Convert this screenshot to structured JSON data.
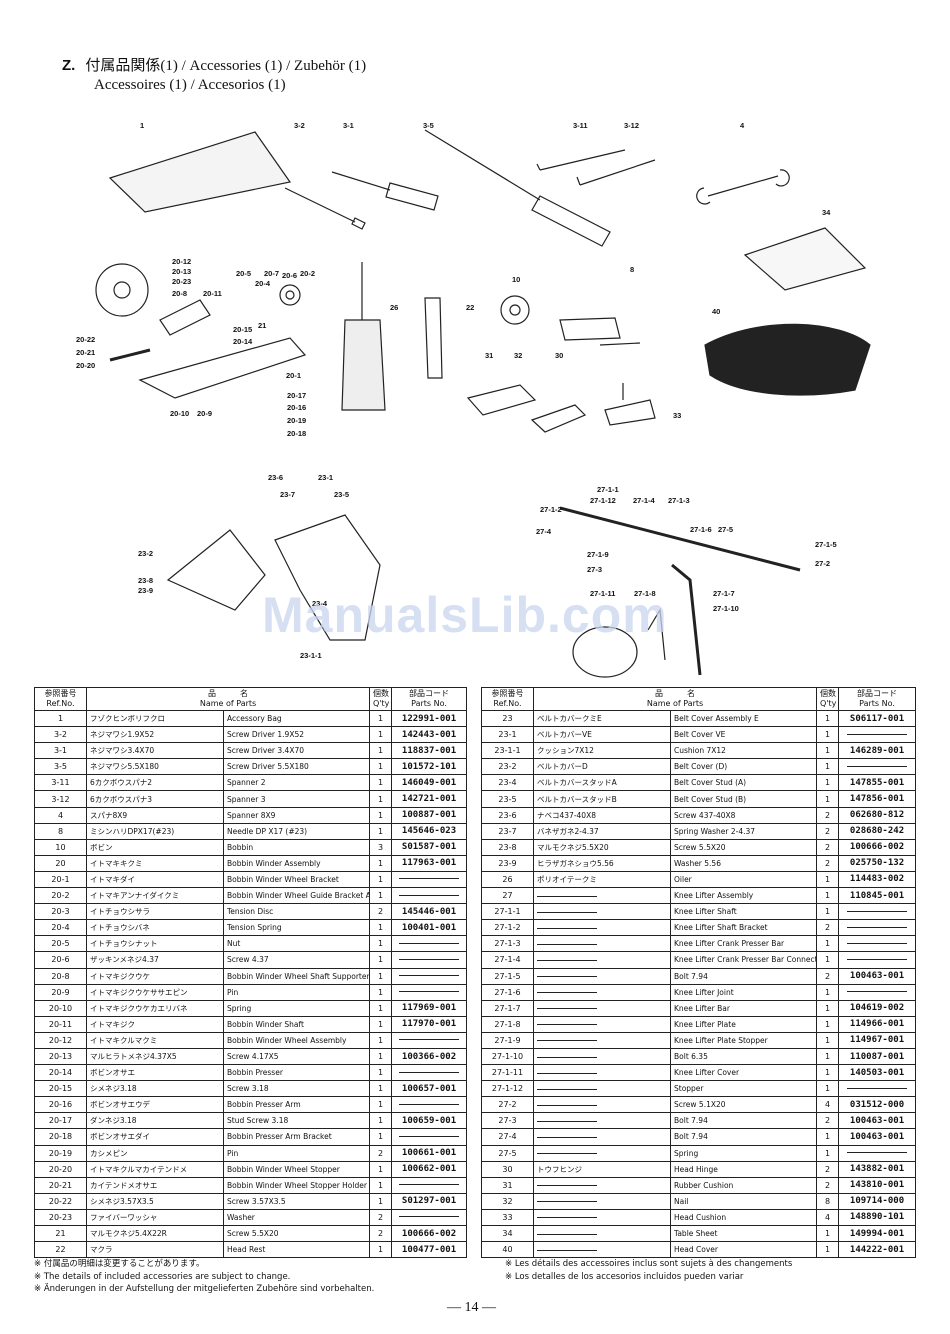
{
  "title": {
    "section": "Z.",
    "line1": "付属品関係(1) / Accessories (1) / Zubehör (1)",
    "line2": "Accessoires (1) / Accesorios (1)"
  },
  "diagram": {
    "callouts": [
      "1",
      "3-2",
      "3-1",
      "3-5",
      "3-11",
      "3-12",
      "4",
      "34",
      "20-12",
      "20-13",
      "20-23",
      "20-8",
      "20-11",
      "20-5",
      "20-4",
      "20-7",
      "20-6",
      "20-2",
      "20-15",
      "20-14",
      "21",
      "20-22",
      "20-21",
      "20-20",
      "20-1",
      "20-10",
      "20-9",
      "20-17",
      "20-16",
      "20-19",
      "20-18",
      "26",
      "22",
      "10",
      "8",
      "31",
      "32",
      "30",
      "40",
      "33",
      "23-6",
      "23-7",
      "23-1",
      "23-5",
      "23-2",
      "23-8",
      "23-9",
      "23-4",
      "23-1-1",
      "27-1-1",
      "27-1-2",
      "27-1-12",
      "27-1-4",
      "27-1-3",
      "27-4",
      "27-1-6",
      "27-5",
      "27-1-9",
      "27-3",
      "27-1-11",
      "27-1-8",
      "27-1-7",
      "27-1-10",
      "27-2",
      "27-1-5"
    ],
    "watermark": "ManualsLib.com"
  },
  "table_headers": {
    "ref_jp": "参照番号",
    "ref": "Ref.No.",
    "name_jp": "品　　　名",
    "name": "Name of Parts",
    "qty_jp": "個数",
    "qty": "Q'ty",
    "pno_jp": "部品コード",
    "pno": "Parts No."
  },
  "left_rows": [
    {
      "ref": "1",
      "jp": "フゾクヒンボリフクロ",
      "en": "Accessory Bag",
      "qty": "1",
      "pno": "122991-001"
    },
    {
      "ref": "3-2",
      "jp": "ネジマワシ1.9X52",
      "en": "Screw Driver 1.9X52",
      "qty": "1",
      "pno": "142443-001"
    },
    {
      "ref": "3-1",
      "jp": "ネジマワシ3.4X70",
      "en": "Screw Driver 3.4X70",
      "qty": "1",
      "pno": "118837-001"
    },
    {
      "ref": "3-5",
      "jp": "ネジマワシ5.5X180",
      "en": "Screw Driver 5.5X180",
      "qty": "1",
      "pno": "101572-101"
    },
    {
      "ref": "3-11",
      "jp": "6カクボウスパナ2",
      "en": "Spanner 2",
      "qty": "1",
      "pno": "146049-001"
    },
    {
      "ref": "3-12",
      "jp": "6カクボウスパナ3",
      "en": "Spanner 3",
      "qty": "1",
      "pno": "142721-001"
    },
    {
      "ref": "4",
      "jp": "スパナ8X9",
      "en": "Spanner 8X9",
      "qty": "1",
      "pno": "100887-001"
    },
    {
      "ref": "8",
      "jp": "ミシンハリDPX17(#23)",
      "en": "Needle DP X17 (#23)",
      "qty": "1",
      "pno": "145646-023"
    },
    {
      "ref": "10",
      "jp": "ボビン",
      "en": "Bobbin",
      "qty": "3",
      "pno": "S01587-001"
    },
    {
      "ref": "20",
      "jp": "イトマキキクミ",
      "en": "Bobbin Winder Assembly",
      "qty": "1",
      "pno": "117963-001"
    },
    {
      "ref": "20-1",
      "jp": "イトマキダイ",
      "en": "Bobbin Winder Wheel Bracket",
      "qty": "1",
      "pno": ""
    },
    {
      "ref": "20-2",
      "jp": "イトマキアンナイダイクミ",
      "en": "Bobbin Winder Wheel Guide Bracket Assembly",
      "qty": "1",
      "pno": ""
    },
    {
      "ref": "20-3",
      "jp": "イトチョウシサラ",
      "en": "Tension Disc",
      "qty": "2",
      "pno": "145446-001"
    },
    {
      "ref": "20-4",
      "jp": "イトチョウシバネ",
      "en": "Tension Spring",
      "qty": "1",
      "pno": "100401-001"
    },
    {
      "ref": "20-5",
      "jp": "イトチョウシナット",
      "en": "Nut",
      "qty": "1",
      "pno": ""
    },
    {
      "ref": "20-6",
      "jp": "ザッキンメネジ4.37",
      "en": "Screw 4.37",
      "qty": "1",
      "pno": ""
    },
    {
      "ref": "20-8",
      "jp": "イトマキジクウケ",
      "en": "Bobbin Winder Wheel Shaft Supporter",
      "qty": "1",
      "pno": ""
    },
    {
      "ref": "20-9",
      "jp": "イトマキジクウケササエピン",
      "en": "Pin",
      "qty": "1",
      "pno": ""
    },
    {
      "ref": "20-10",
      "jp": "イトマキジクウケカエリバネ",
      "en": "Spring",
      "qty": "1",
      "pno": "117969-001"
    },
    {
      "ref": "20-11",
      "jp": "イトマキジク",
      "en": "Bobbin Winder Shaft",
      "qty": "1",
      "pno": "117970-001"
    },
    {
      "ref": "20-12",
      "jp": "イトマキクルマクミ",
      "en": "Bobbin Winder Wheel Assembly",
      "qty": "1",
      "pno": ""
    },
    {
      "ref": "20-13",
      "jp": "マルヒラトメネジ4.37X5",
      "en": "Screw 4.17X5",
      "qty": "1",
      "pno": "100366-002"
    },
    {
      "ref": "20-14",
      "jp": "ボビンオサエ",
      "en": "Bobbin Presser",
      "qty": "1",
      "pno": ""
    },
    {
      "ref": "20-15",
      "jp": "シメネジ3.18",
      "en": "Screw 3.18",
      "qty": "1",
      "pno": "100657-001"
    },
    {
      "ref": "20-16",
      "jp": "ボビンオサエウデ",
      "en": "Bobbin Presser Arm",
      "qty": "1",
      "pno": ""
    },
    {
      "ref": "20-17",
      "jp": "ダンネジ3.18",
      "en": "Stud Screw 3.18",
      "qty": "1",
      "pno": "100659-001"
    },
    {
      "ref": "20-18",
      "jp": "ボビンオサエダイ",
      "en": "Bobbin Presser Arm Bracket",
      "qty": "1",
      "pno": ""
    },
    {
      "ref": "20-19",
      "jp": "カシメピン",
      "en": "Pin",
      "qty": "2",
      "pno": "100661-001"
    },
    {
      "ref": "20-20",
      "jp": "イトマキクルマカイテンドメ",
      "en": "Bobbin Winder Wheel Stopper",
      "qty": "1",
      "pno": "100662-001"
    },
    {
      "ref": "20-21",
      "jp": "カイテンドメオサエ",
      "en": "Bobbin Winder Wheel Stopper Holder",
      "qty": "1",
      "pno": ""
    },
    {
      "ref": "20-22",
      "jp": "シメネジ3.57X3.5",
      "en": "Screw 3.57X3.5",
      "qty": "1",
      "pno": "S01297-001"
    },
    {
      "ref": "20-23",
      "jp": "ファイバーワッシャ",
      "en": "Washer",
      "qty": "2",
      "pno": ""
    },
    {
      "ref": "21",
      "jp": "マルモクネジ5.4X22R",
      "en": "Screw 5.5X20",
      "qty": "2",
      "pno": "100666-002"
    },
    {
      "ref": "22",
      "jp": "マクラ",
      "en": "Head Rest",
      "qty": "1",
      "pno": "100477-001"
    }
  ],
  "right_rows": [
    {
      "ref": "23",
      "jp": "ベルトカバークミE",
      "en": "Belt Cover Assembly E",
      "qty": "1",
      "pno": "S06117-001"
    },
    {
      "ref": "23-1",
      "jp": "ベルトカバーVE",
      "en": "Belt Cover VE",
      "qty": "1",
      "pno": ""
    },
    {
      "ref": "23-1-1",
      "jp": "クッション7X12",
      "en": "Cushion 7X12",
      "qty": "1",
      "pno": "146289-001"
    },
    {
      "ref": "23-2",
      "jp": "ベルトカバーD",
      "en": "Belt Cover (D)",
      "qty": "1",
      "pno": ""
    },
    {
      "ref": "23-4",
      "jp": "ベルトカバースタッドA",
      "en": "Belt Cover Stud (A)",
      "qty": "1",
      "pno": "147855-001"
    },
    {
      "ref": "23-5",
      "jp": "ベルトカバースタッドB",
      "en": "Belt Cover Stud (B)",
      "qty": "1",
      "pno": "147856-001"
    },
    {
      "ref": "23-6",
      "jp": "ナベコ437-40X8",
      "en": "Screw 437-40X8",
      "qty": "2",
      "pno": "062680-812"
    },
    {
      "ref": "23-7",
      "jp": "バネザガネ2-4.37",
      "en": "Spring Washer 2-4.37",
      "qty": "2",
      "pno": "028680-242"
    },
    {
      "ref": "23-8",
      "jp": "マルモクネジ5.5X20",
      "en": "Screw 5.5X20",
      "qty": "2",
      "pno": "100666-002"
    },
    {
      "ref": "23-9",
      "jp": "ヒラザガネショウ5.56",
      "en": "Washer 5.56",
      "qty": "2",
      "pno": "025750-132"
    },
    {
      "ref": "26",
      "jp": "ポリオイテークミ",
      "en": "Oiler",
      "qty": "1",
      "pno": "114483-002"
    },
    {
      "ref": "27",
      "jp": "",
      "en": "Knee Lifter Assembly",
      "qty": "1",
      "pno": "110845-001"
    },
    {
      "ref": "27-1-1",
      "jp": "",
      "en": "Knee Lifter Shaft",
      "qty": "1",
      "pno": ""
    },
    {
      "ref": "27-1-2",
      "jp": "",
      "en": "Knee Lifter Shaft Bracket",
      "qty": "2",
      "pno": ""
    },
    {
      "ref": "27-1-3",
      "jp": "",
      "en": "Knee Lifter Crank Presser Bar",
      "qty": "1",
      "pno": ""
    },
    {
      "ref": "27-1-4",
      "jp": "",
      "en": "Knee Lifter Crank Presser Bar Connector",
      "qty": "1",
      "pno": ""
    },
    {
      "ref": "27-1-5",
      "jp": "",
      "en": "Bolt 7.94",
      "qty": "2",
      "pno": "100463-001"
    },
    {
      "ref": "27-1-6",
      "jp": "",
      "en": "Knee Lifter Joint",
      "qty": "1",
      "pno": ""
    },
    {
      "ref": "27-1-7",
      "jp": "",
      "en": "Knee Lifter Bar",
      "qty": "1",
      "pno": "104619-002"
    },
    {
      "ref": "27-1-8",
      "jp": "",
      "en": "Knee Lifter Plate",
      "qty": "1",
      "pno": "114966-001"
    },
    {
      "ref": "27-1-9",
      "jp": "",
      "en": "Knee Lifter Plate Stopper",
      "qty": "1",
      "pno": "114967-001"
    },
    {
      "ref": "27-1-10",
      "jp": "",
      "en": "Bolt 6.35",
      "qty": "1",
      "pno": "110087-001"
    },
    {
      "ref": "27-1-11",
      "jp": "",
      "en": "Knee Lifter Cover",
      "qty": "1",
      "pno": "140503-001"
    },
    {
      "ref": "27-1-12",
      "jp": "",
      "en": "Stopper",
      "qty": "1",
      "pno": ""
    },
    {
      "ref": "27-2",
      "jp": "",
      "en": "Screw 5.1X20",
      "qty": "4",
      "pno": "031512-000"
    },
    {
      "ref": "27-3",
      "jp": "",
      "en": "Bolt 7.94",
      "qty": "2",
      "pno": "100463-001"
    },
    {
      "ref": "27-4",
      "jp": "",
      "en": "Bolt 7.94",
      "qty": "1",
      "pno": "100463-001"
    },
    {
      "ref": "27-5",
      "jp": "",
      "en": "Spring",
      "qty": "1",
      "pno": ""
    },
    {
      "ref": "30",
      "jp": "トウフヒンジ",
      "en": "Head Hinge",
      "qty": "2",
      "pno": "143882-001"
    },
    {
      "ref": "31",
      "jp": "",
      "en": "Rubber Cushion",
      "qty": "2",
      "pno": "143810-001"
    },
    {
      "ref": "32",
      "jp": "",
      "en": "Nail",
      "qty": "8",
      "pno": "109714-000"
    },
    {
      "ref": "33",
      "jp": "",
      "en": "Head Cushion",
      "qty": "4",
      "pno": "148890-101"
    },
    {
      "ref": "34",
      "jp": "",
      "en": "Table Sheet",
      "qty": "1",
      "pno": "149994-001"
    },
    {
      "ref": "40",
      "jp": "",
      "en": "Head Cover",
      "qty": "1",
      "pno": "144222-001"
    }
  ],
  "notes_left": [
    "※ 付属品の明細は変更することがあります。",
    "※ The details of included accessories are subject to change.",
    "※ Änderungen in der Aufstellung der mitgelieferten Zubehöre sind vorbehalten."
  ],
  "notes_right": [
    "※ Les détails des accessoires inclus sont sujets à des changements",
    "※ Los detalles de los accesorios incluidos pueden variar"
  ],
  "page_number": "— 14 —"
}
